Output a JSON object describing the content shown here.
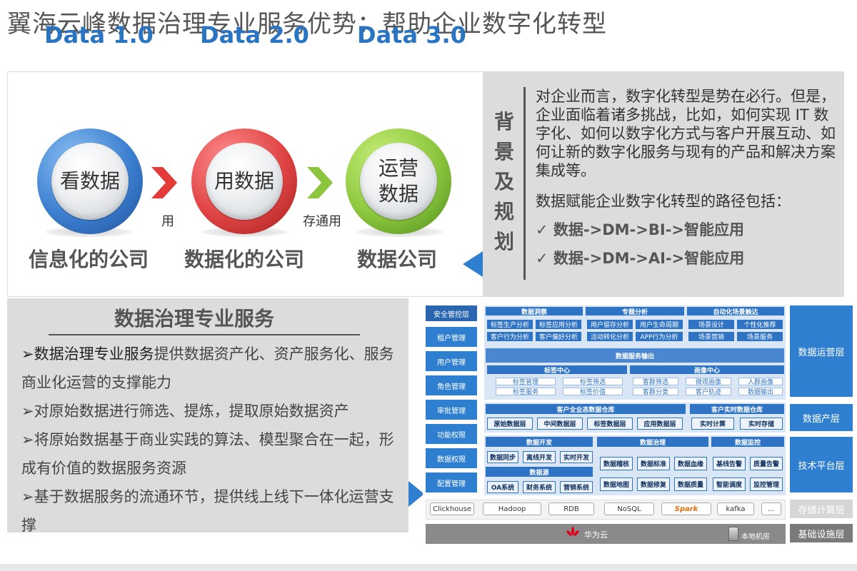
{
  "title": "翼海云峰数据治理专业服务优势：帮助企业数字化转型",
  "stages": [
    {
      "head": "Data 1.0",
      "center": "看数据",
      "company": "信息化的公司"
    },
    {
      "head": "Data 2.0",
      "center": "用数据",
      "company": "数据化的公司"
    },
    {
      "head": "Data 3.0",
      "center": "运营\n数据",
      "company": "数据公司"
    }
  ],
  "arrow_labels": [
    "用",
    "存通用"
  ],
  "background": {
    "vertical_title": "背景及规划",
    "paragraph": "对企业而言，数字化转型是势在必行。但是，企业面临着诸多挑战，比如，如何实现 IT 数字化、如何以数字化方式与客户开展互动、如何让新的数字化服务与现有的产品和解决方案集成等。",
    "path_intro": "数据赋能企业数字化转型的路径包括：",
    "paths": [
      "✓ 数据->DM->BI->智能应用",
      "✓ 数据->DM->AI->智能应用"
    ]
  },
  "service": {
    "title": "数据治理专业服务",
    "items": [
      {
        "lead": "➢数据治理专业服务",
        "text": "提供数据资产化、资产服务化、服务商业化运营的支撑能力"
      },
      {
        "lead": "➢",
        "text": "对原始数据进行筛选、提炼，提取原始数据资产"
      },
      {
        "lead": "➢",
        "text": "将原始数据基于商业实践的算法、模型聚合在一起，形成有价值的数据服务资源"
      },
      {
        "lead": "➢",
        "text": "基于数据服务的流通环节，提供线上线下一体化运营支撑"
      }
    ]
  },
  "architecture": {
    "left_column": [
      "安全管控层",
      "租户管理",
      "用户管理",
      "角色管理",
      "审批管理",
      "功能权限",
      "数据权限",
      "配置管理"
    ],
    "top_groups": [
      {
        "title": "数据洞察",
        "items": [
          "标签生产分析",
          "标签应用分析",
          "客户行为分析",
          "客户偏好分析"
        ]
      },
      {
        "title": "专题分析",
        "items": [
          "用户留存分析",
          "用户生命周期",
          "活动转化分析",
          "APP行为分析"
        ]
      },
      {
        "title": "自动化场景触达",
        "items": [
          "场景设计",
          "个性化推荐",
          "场景营销",
          "场景服务"
        ]
      }
    ],
    "service_output": {
      "title": "数据服务输出",
      "tag_center": {
        "title": "标签中心",
        "items": [
          "标签管理",
          "标签筛选",
          "标签服务",
          "标签价值"
        ]
      },
      "portrait_center": {
        "title": "画像中心",
        "items": [
          "客群筛选",
          "微观画像",
          "人群画像",
          "客群分类",
          "客户轨迹",
          "数据输出"
        ]
      }
    },
    "warehouse": {
      "title": "客户全业态数据仓库",
      "items": [
        "原始数据层",
        "中间数据层",
        "标签数据层",
        "应用数据层"
      ]
    },
    "realtime": {
      "title": "客户实时数据仓库",
      "items": [
        "实时计算",
        "实时存储"
      ]
    },
    "dev": {
      "title": "数据开发",
      "items": [
        "数据同步",
        "离线开发",
        "实时开发"
      ]
    },
    "source": {
      "title": "数据源",
      "items": [
        "OA系统",
        "财务系统",
        "营销系统"
      ]
    },
    "governance": {
      "title": "数据治理",
      "items": [
        "数据稽核",
        "数据标准",
        "数据血缘",
        "数据质量",
        "数据修复",
        "数据地图"
      ]
    },
    "monitor": {
      "title": "数据监控",
      "items": [
        "基线告警",
        "质量告警",
        "智能调度",
        "监控管理"
      ]
    },
    "storage": [
      "Clickhouse",
      "Hadoop",
      "RDB",
      "NoSQL",
      "Spark",
      "kafka",
      "..."
    ],
    "infra": [
      "华为云",
      "本地机房"
    ],
    "layers": [
      {
        "name": "数据运营层",
        "color": "#2f7fd0"
      },
      {
        "name": "数据产层",
        "color": "#2f7fd0"
      },
      {
        "name": "技术平台层",
        "color": "#2f7fd0"
      },
      {
        "name": "存储计算层",
        "color": "#d6d6d6"
      },
      {
        "name": "基础设施层",
        "color": "#7a7a7a"
      }
    ]
  }
}
